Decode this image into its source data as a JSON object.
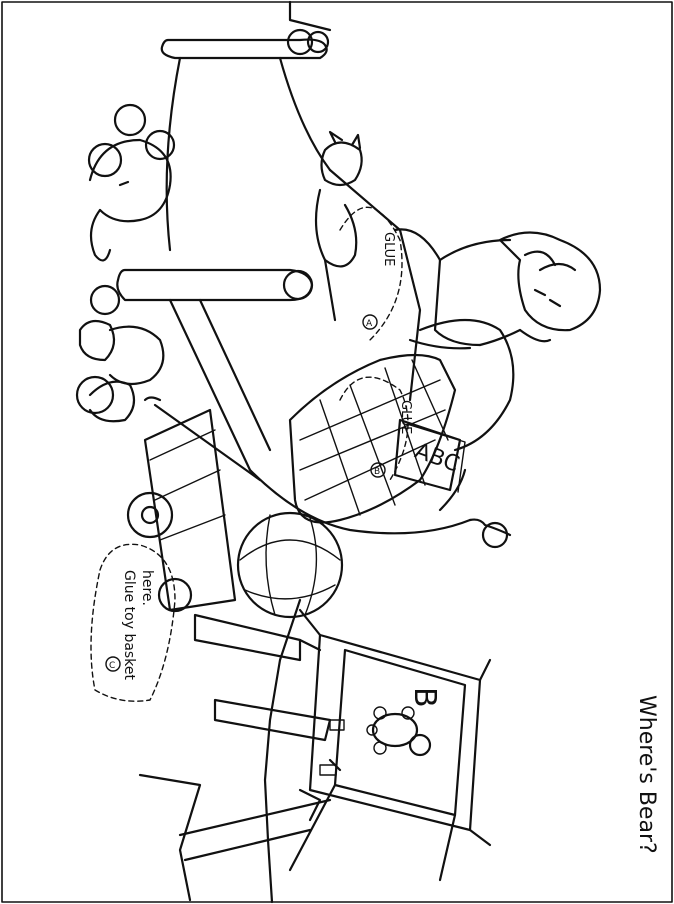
{
  "title": "Where's Bear?",
  "glue_labels": {
    "a": "GLUE",
    "a_marker": "A",
    "b": "GLUE",
    "b_marker": "B"
  },
  "instruction": {
    "line1": "Glue toy basket",
    "line2": "here.",
    "marker": "C"
  },
  "book": {
    "letters": "ABC"
  },
  "easel": {
    "letter": "B"
  }
}
